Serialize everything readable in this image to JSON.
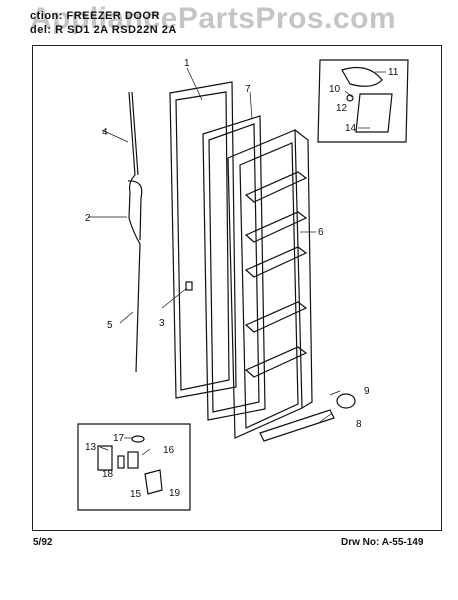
{
  "header": {
    "watermark": "AppliancePartsPros.com",
    "section_label": "ction:  FREEZER  DOOR",
    "model_label": "del:  R  SD1  2A  RSD22N  2A"
  },
  "footer": {
    "date": "5/92",
    "drawing_number": "Drw No:  A-55-149"
  },
  "callouts": [
    "1",
    "2",
    "3",
    "4",
    "5",
    "6",
    "7",
    "8",
    "9",
    "10",
    "11",
    "12",
    "13",
    "14",
    "15",
    "16",
    "17",
    "18",
    "19"
  ]
}
